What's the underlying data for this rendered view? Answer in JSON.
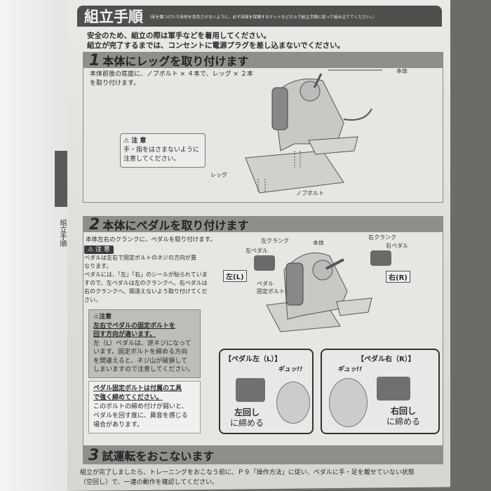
{
  "side_tab": "組立手順",
  "header": {
    "title": "組立手順",
    "note": "（床を傷つけたり床材を変色させないように、必ず床面を保護するマットなどの上で組立手順に従って組み立ててください。）"
  },
  "intro": [
    "安全のため、組立の際は軍手などを着用してください。",
    "組立が完了するまでは、コンセントに電源プラグを差し込まないでください。"
  ],
  "step1": {
    "num": "1",
    "title": "本体にレッグを取り付けます",
    "text": [
      "本体前後の底面に、ノブボルト × ４本で、レッグ × ２本",
      "を取り付けます。"
    ],
    "caution_title": "注 意",
    "caution_text": [
      "手・指をはさまないように",
      "注意してください。"
    ],
    "labels": {
      "body": "本体",
      "leg": "レッグ",
      "knob_bolt": "ノブボルト"
    }
  },
  "step2": {
    "num": "2",
    "title": "本体にペダルを取り付けます",
    "text": "本体左右のクランクに、ペダルを取り付けます。",
    "caution_tag": "注 意",
    "caution_text": [
      "ペダルは左右で固定ボルトのネジの方向が異",
      "なります。",
      "ペダルには、「左」「右」のシールが貼られていま",
      "すので、左ペダルは左のクランクへ、右ペダルは",
      "右のクランクへ、間違えないよう取り付けてくだ",
      "さい。"
    ],
    "gray_box": {
      "title": "注意",
      "bold": [
        "左右でペダルの固定ボルトを",
        "回す方向が違います。"
      ],
      "text": [
        "左（L）ペダルは、逆ネジになって",
        "います。固定ボルトを締める方向",
        "を間違えると、ネジ山が破損して",
        "しまいますので注意してください。"
      ]
    },
    "white_box": {
      "bold": [
        "ペダル固定ボルトは付属の工具",
        "で強く締めてください。"
      ],
      "text": [
        "このボルトの締め付けが弱いと、",
        "ペダルを回す度に、異音を感じる",
        "場合があります。"
      ]
    },
    "labels": {
      "left_crank": "左クランク",
      "body": "本体",
      "right_crank": "右クランク",
      "left_pedal": "左ペダル",
      "right_pedal": "右ペダル",
      "left_tag": "左(L)",
      "right_tag": "右(R)",
      "pedal_bolt": [
        "ペダル",
        "固定ボルト"
      ]
    },
    "callout_left": {
      "title": "【ペダル左（L）】",
      "sfx": "ギュッ!!",
      "action": [
        "左回し",
        "に締める"
      ]
    },
    "callout_right": {
      "title": "【ペダル右（R）】",
      "sfx": "ギュッ!!",
      "action": [
        "右回し",
        "に締める"
      ]
    }
  },
  "step3": {
    "num": "3",
    "title": "試運転をおこないます",
    "text": [
      "組立が完了しましたら、トレーニングをおこなう前に、Ｐ９「操作方法」に従い、ペダルに手・足を載せていない状態",
      "（空回し）で、一連の動作を確認してください。"
    ]
  }
}
